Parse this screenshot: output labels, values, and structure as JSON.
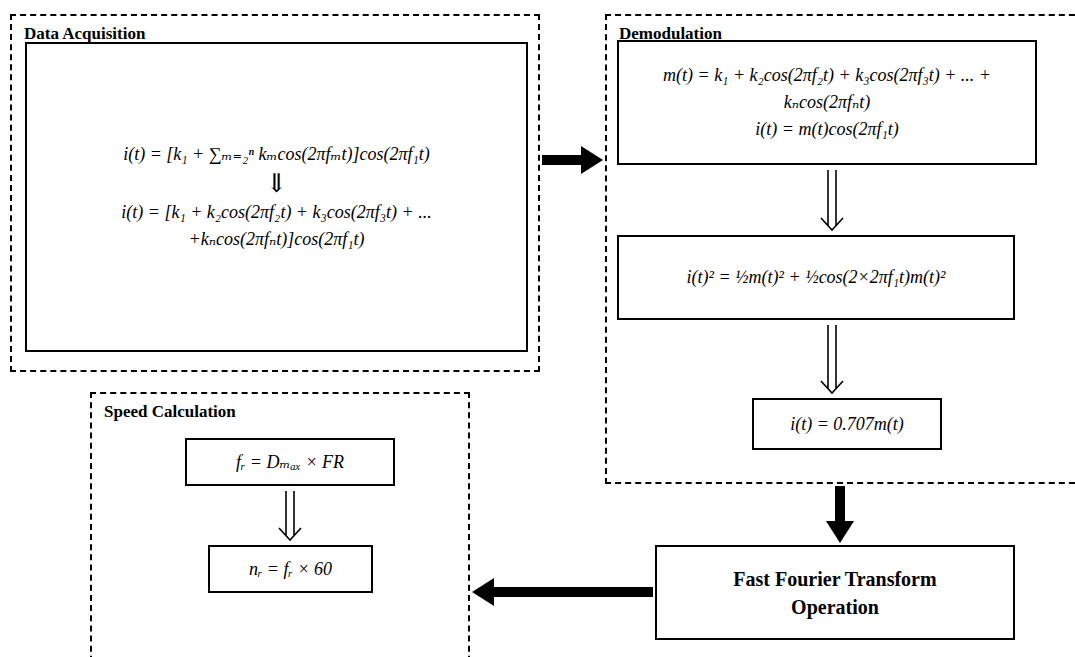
{
  "diagram": {
    "nodes": [
      {
        "text": [
          "Data Acquisition"
        ]
      },
      {
        "text": [
          "i(t) = [k₁ + ∑ₘ₌₂ⁿ kₘcos(2πfₘt)]cos(2πf₁t)",
          "⇓",
          "i(t) = [k₁ + k₂cos(2πf₂t) + k₃cos(2πf₃t) + ... +kₙcos(2πfₙt)]cos(2πf₁t)"
        ],
        "in": 0
      },
      {
        "text": [
          "Demodulation"
        ]
      },
      {
        "text": [
          "m(t) = k₁ + k₂cos(2πf₂t) + k₃cos(2πf₃t) + ... + kₙcos(2πfₙt)",
          "i(t) = m(t)cos(2πf₁t)"
        ],
        "in": 2
      },
      {
        "text": [
          "i(t)² = ½m(t)² + ½cos(2×2πf₁t)m(t)²"
        ],
        "in": 2
      },
      {
        "text": [
          "i(t) = 0.707m(t)"
        ],
        "in": 2
      },
      {
        "text": [
          "Fast Fourier Transform Operation"
        ]
      },
      {
        "text": [
          "Speed Calculation"
        ]
      },
      {
        "text": [
          "fᵣ = Dₘₐₓ × FR"
        ],
        "in": 7
      },
      {
        "text": [
          "nᵣ = fᵣ × 60"
        ],
        "in": 7
      }
    ],
    "edges": [
      {
        "from": 0,
        "to": 2,
        "arrow": "to"
      },
      {
        "from": 3,
        "to": 4,
        "arrow": "to"
      },
      {
        "from": 4,
        "to": 5,
        "arrow": "to"
      },
      {
        "from": 2,
        "to": 6,
        "arrow": "to"
      },
      {
        "from": 6,
        "to": 7,
        "arrow": "to"
      },
      {
        "from": 8,
        "to": 9,
        "arrow": "to"
      }
    ]
  }
}
